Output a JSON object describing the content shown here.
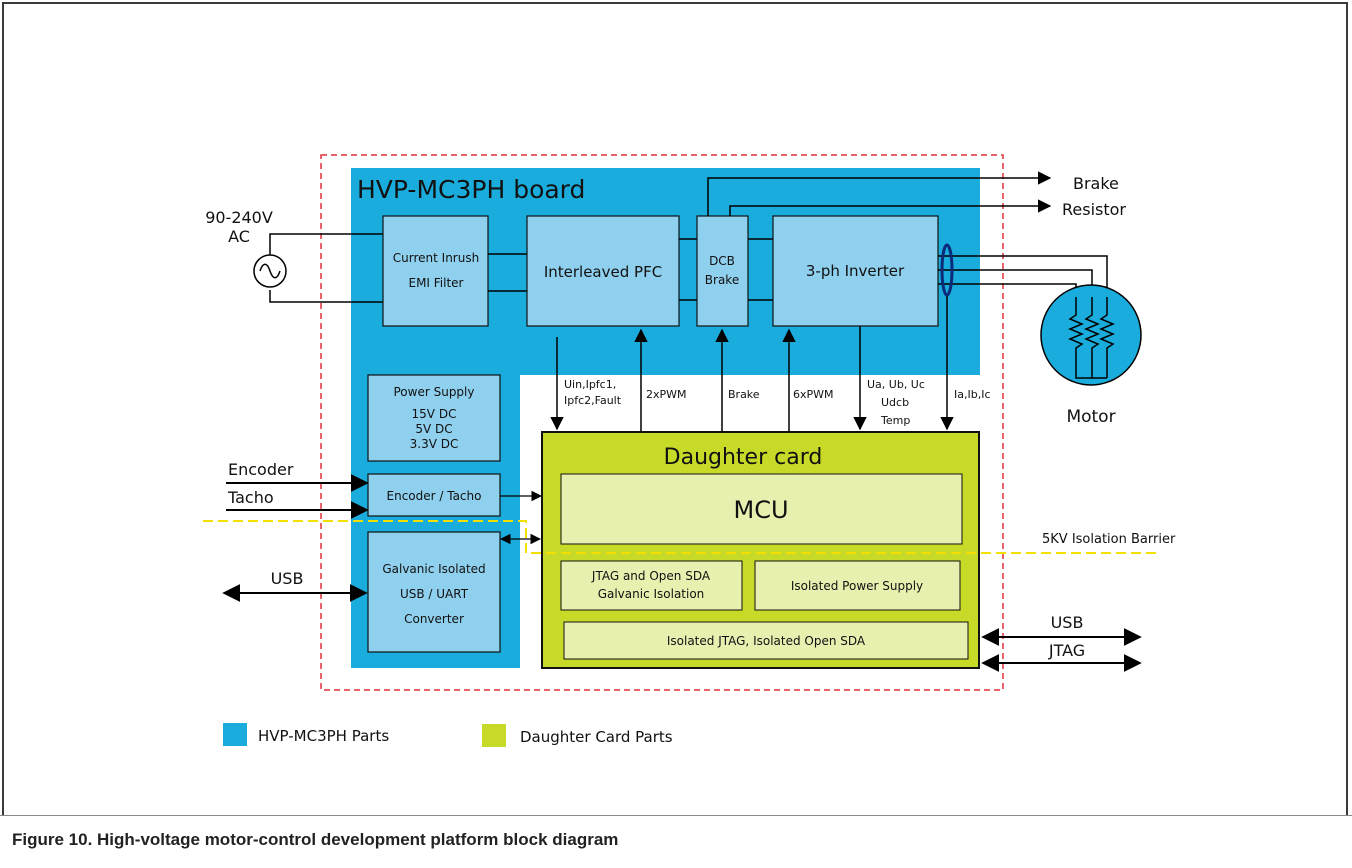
{
  "caption": "Figure 10. High-voltage motor-control development platform block diagram",
  "board_title": "HVP-MC3PH board",
  "ac_source": [
    "90-240V",
    "AC"
  ],
  "blocks": {
    "emi_filter": [
      "Current Inrush",
      "EMI Filter"
    ],
    "pfc": "Interleaved PFC",
    "dcb_brake": [
      "DCB",
      "Brake"
    ],
    "inverter": "3-ph Inverter",
    "power_supply": [
      "Power Supply",
      "15V DC",
      "5V DC",
      "3.3V DC"
    ],
    "encoder_tacho": "Encoder / Tacho",
    "usb_uart": [
      "Galvanic Isolated",
      "USB / UART",
      "Converter"
    ]
  },
  "daughter_card": {
    "title": "Daughter card",
    "mcu": "MCU",
    "jtag_osda": [
      "JTAG and Open SDA",
      "Galvanic Isolation"
    ],
    "iso_power": "Isolated Power Supply",
    "iso_jtag": "Isolated JTAG, Isolated Open SDA"
  },
  "signals": {
    "pfc_sense": [
      "Uin,Ipfc1,",
      "Ipfc2,Fault"
    ],
    "pfc_pwm": "2xPWM",
    "brake": "Brake",
    "inv_pwm": "6xPWM",
    "inv_sense": [
      "Ua, Ub, Uc",
      "Udcb",
      "Temp"
    ],
    "currents": "Ia,Ib,Ic"
  },
  "external": {
    "brake_resistor": [
      "Brake",
      "Resistor"
    ],
    "motor": "Motor",
    "encoder": "Encoder",
    "tacho": "Tacho",
    "usb_left": "USB",
    "usb_right": "USB",
    "jtag_right": "JTAG",
    "isolation": "5KV Isolation Barrier"
  },
  "legend": {
    "hvp": "HVP-MC3PH Parts",
    "daughter": "Daughter Card Parts"
  },
  "colors": {
    "board": "#1aacdc",
    "block": "#8fd0ee",
    "daughter": "#c8da28",
    "daughter_inner": "#e8f0b0",
    "boundary": "#e0303a",
    "barrier": "#f2e000"
  }
}
